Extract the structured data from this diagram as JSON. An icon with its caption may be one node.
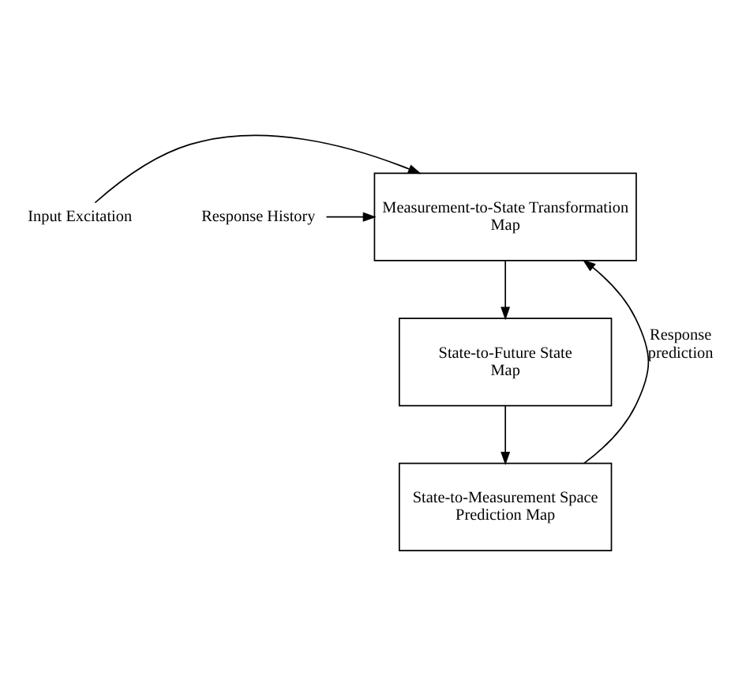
{
  "diagram": {
    "nodes": [
      {
        "text": [
          "Input Excitation"
        ]
      },
      {
        "text": [
          "Response History"
        ]
      },
      {
        "text": [
          "Measurement-to-State Transformation Map"
        ]
      },
      {
        "text": [
          "State-to-Future State Map"
        ]
      },
      {
        "text": [
          "State-to-Measurement Space Prediction Map"
        ]
      }
    ],
    "edges": [
      {
        "from": 0,
        "to": 2,
        "arrow": "to"
      },
      {
        "from": 1,
        "to": 2,
        "arrow": "to"
      },
      {
        "from": 2,
        "to": 3,
        "arrow": "to"
      },
      {
        "from": 3,
        "to": 4,
        "arrow": "to"
      },
      {
        "from": 4,
        "to": 2,
        "arrow": "to",
        "label": "Response prediction"
      }
    ]
  }
}
